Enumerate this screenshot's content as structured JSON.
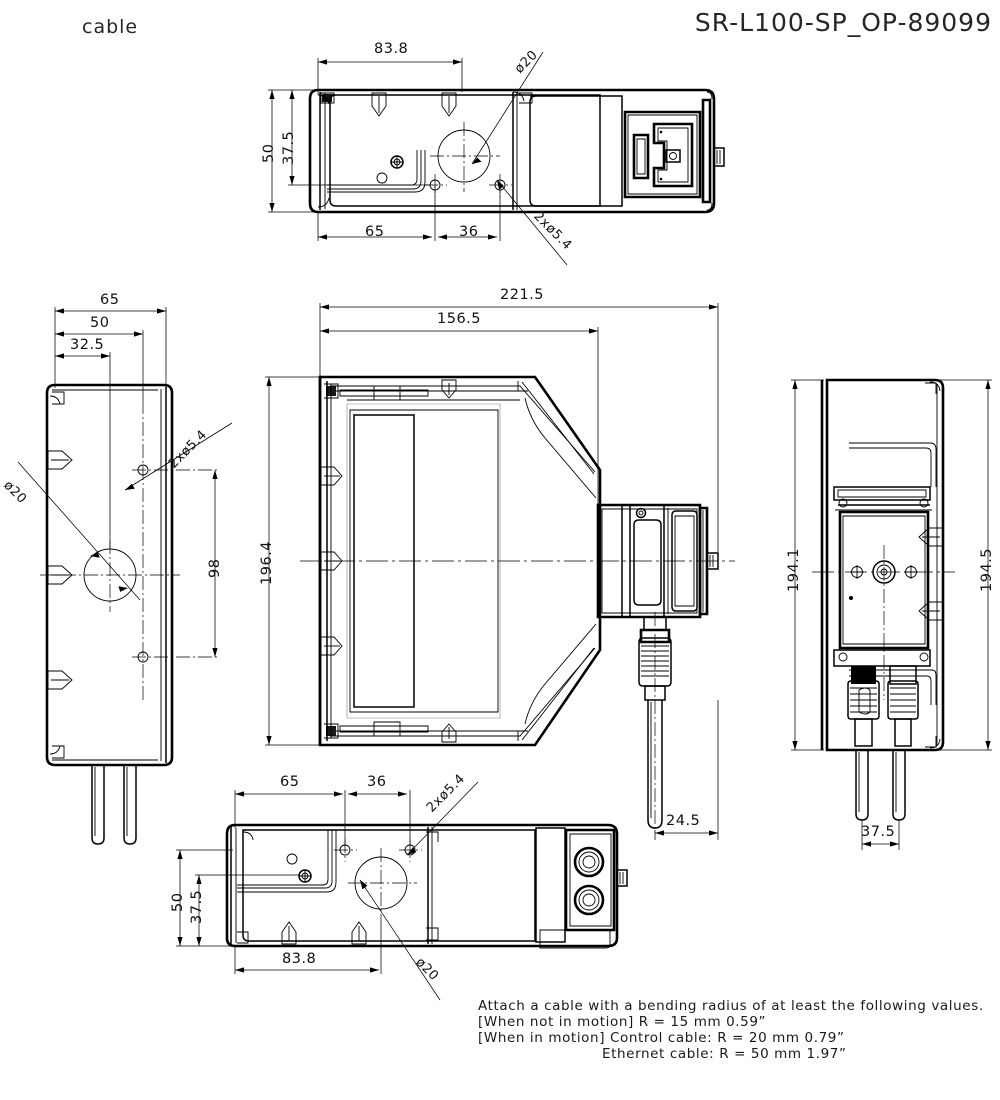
{
  "drawing": {
    "title": "SR-L100-SP_OP-89099",
    "cable_label": "cable",
    "units": "mm",
    "type": "technical-dimensional-drawing",
    "background_color": "#ffffff",
    "line_color": "#000000"
  },
  "notes": {
    "line1": "Attach a cable with a bending radius of at least the following values.",
    "line2": "[When not in motion] R = 15 mm 0.59”",
    "line3": "[When in motion] Control cable:  R = 20 mm 0.79”",
    "line4": "Ethernet cable:  R = 50 mm 1.97”"
  },
  "views": {
    "top": {
      "name": "top-view",
      "dimensions": {
        "d_83_8": "83.8",
        "d_50": "50",
        "d_37_5": "37.5",
        "d_65": "65",
        "d_36": "36",
        "dia_20": "ø20",
        "holes_5_4": "2xø5.4"
      }
    },
    "left": {
      "name": "left-side-view",
      "dimensions": {
        "d_65": "65",
        "d_50": "50",
        "d_32_5": "32.5",
        "d_98": "98",
        "dia_20": "ø20",
        "holes_5_4": "2xø5.4"
      }
    },
    "main": {
      "name": "main-front-view",
      "dimensions": {
        "d_221_5": "221.5",
        "d_156_5": "156.5",
        "d_196_4": "196.4",
        "d_24_5": "24.5"
      }
    },
    "right": {
      "name": "right-side-view",
      "dimensions": {
        "d_194_1": "194.1",
        "d_194_5": "194.5",
        "d_37_5": "37.5"
      }
    },
    "bottom": {
      "name": "bottom-view",
      "dimensions": {
        "d_65": "65",
        "d_36": "36",
        "d_50": "50",
        "d_37_5": "37.5",
        "d_83_8": "83.8",
        "dia_20": "ø20",
        "holes_5_4": "2xø5.4"
      }
    }
  }
}
